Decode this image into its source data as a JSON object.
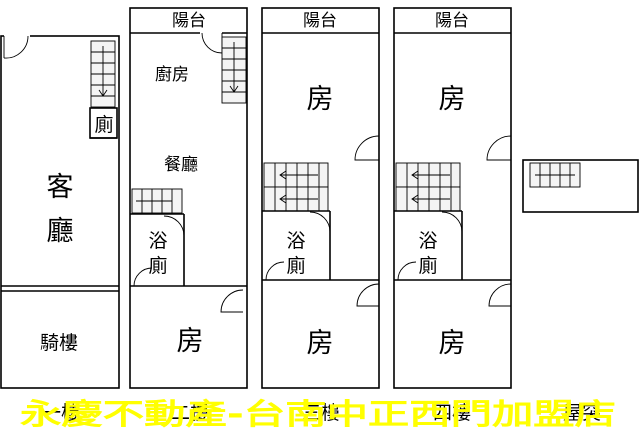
{
  "plan": {
    "floor1": {
      "living_room": [
        "客",
        "廳"
      ],
      "toilet": "廁",
      "arcade": "騎樓",
      "label": "一樓"
    },
    "floor2": {
      "balcony": "陽台",
      "kitchen": "廚房",
      "dining": "餐廳",
      "bath": [
        "浴",
        "廁"
      ],
      "room": "房",
      "label": "二樓"
    },
    "floor3": {
      "balcony": "陽台",
      "room_back": "房",
      "bath": [
        "浴",
        "廁"
      ],
      "room_front": "房",
      "label": "三樓"
    },
    "floor4": {
      "balcony": "陽台",
      "room_back": "房",
      "bath": [
        "浴",
        "廁"
      ],
      "room_front": "房",
      "label": "四樓"
    },
    "roof": {
      "label": "屋突"
    }
  },
  "watermark": "永慶不動產-台南中正西門加盟店",
  "colors": {
    "walls": "#000000",
    "background": "#ffffff",
    "watermark": "#ffff00"
  }
}
